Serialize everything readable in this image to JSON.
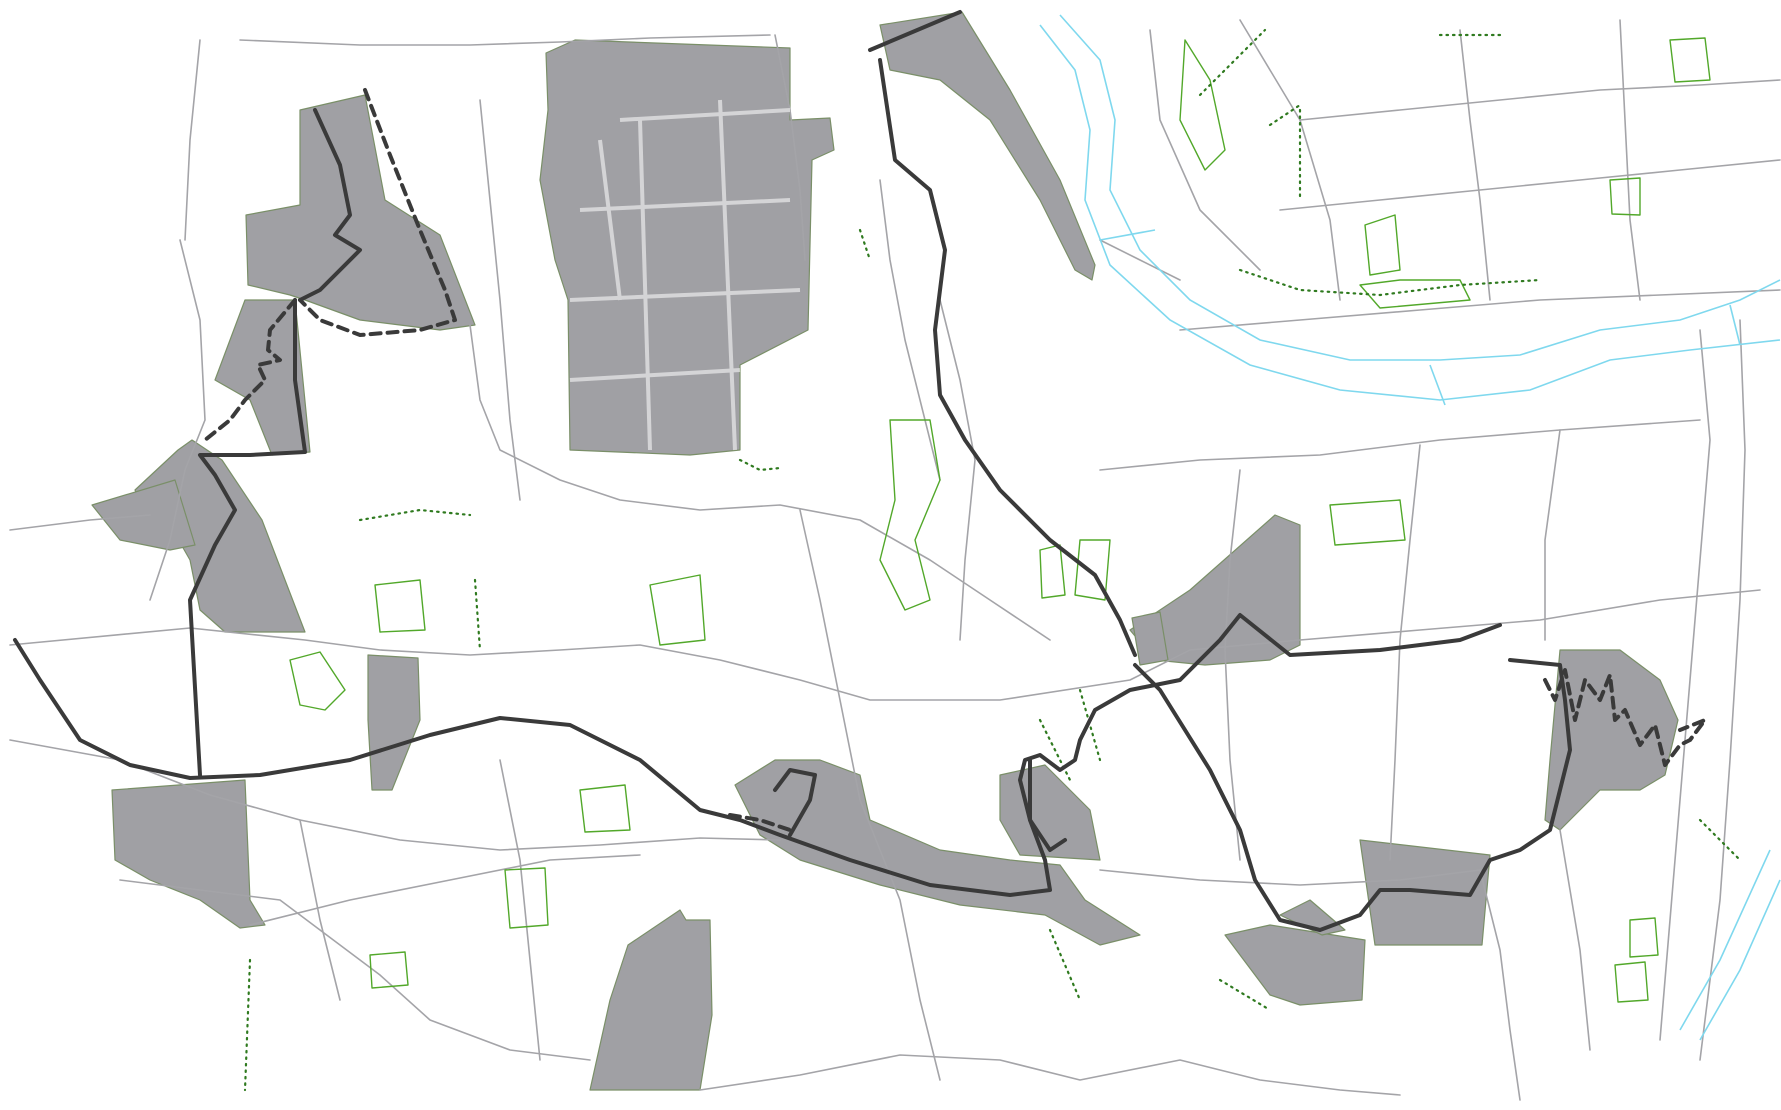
{
  "map": {
    "type": "urban plan map",
    "labels": [],
    "colors": {
      "background": "#ffffff",
      "street_line": "#a4a4a8",
      "zone_fill": "#a0a0a4",
      "zone_edge": "#7a8f68",
      "green_line": "#52a82a",
      "green_dot": "#2f7a1f",
      "route_line": "#3a3a3a",
      "river_line": "#7fd8ee"
    },
    "layers": [
      {
        "name": "street-network",
        "style": "thin grey lines"
      },
      {
        "name": "grey-zones",
        "style": "filled grey areas"
      },
      {
        "name": "green-spaces",
        "style": "green outlines and dotted tree rows"
      },
      {
        "name": "river",
        "style": "light blue double line"
      },
      {
        "name": "route-solid",
        "style": "thick dark line"
      },
      {
        "name": "route-dashed",
        "style": "thick dark dashed line"
      }
    ]
  }
}
